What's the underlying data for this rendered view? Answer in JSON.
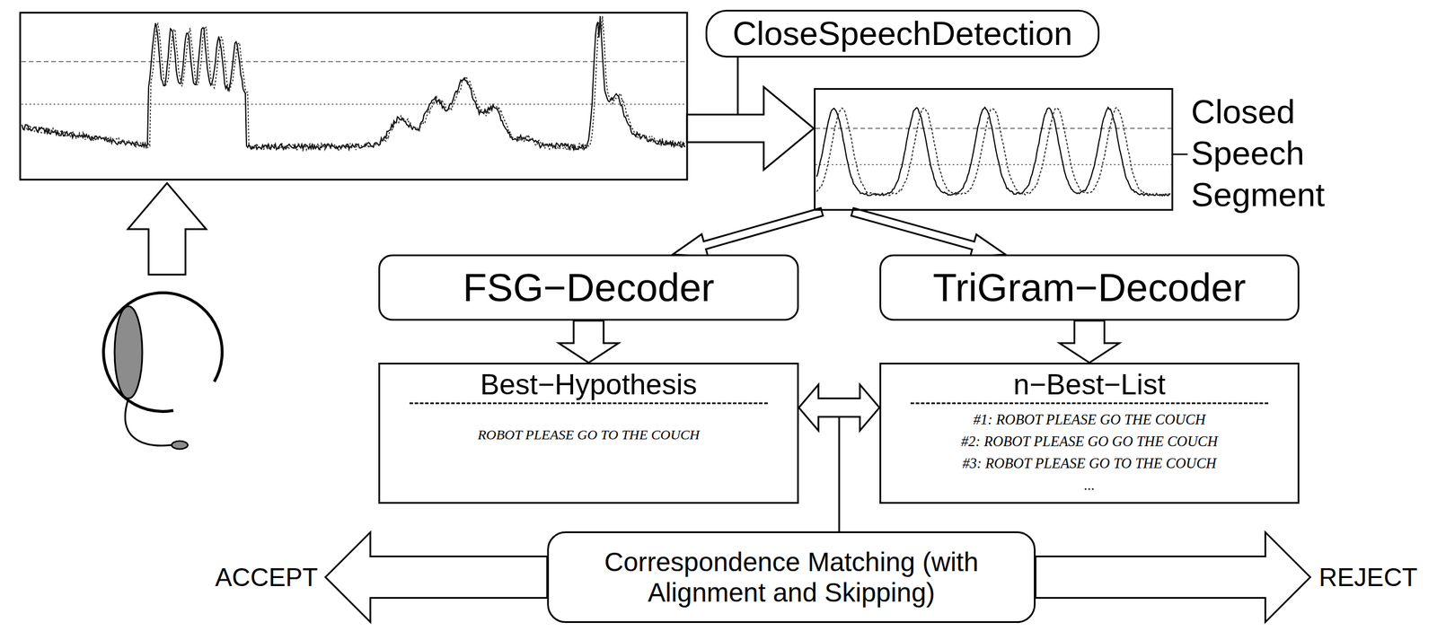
{
  "diagram": {
    "nodes": [
      {
        "text": [
          "CloseSpeechDetection"
        ]
      },
      {
        "text": [
          "Closed Speech Segment"
        ]
      },
      {
        "text": [
          "FSG−Decoder"
        ]
      },
      {
        "text": [
          "TriGram−Decoder"
        ]
      },
      {
        "text": [
          "Best−Hypothesis",
          "ROBOT PLEASE GO TO THE COUCH"
        ]
      },
      {
        "text": [
          "n−Best−List",
          "#1: ROBOT PLEASE GO THE COUCH",
          "#2: ROBOT PLEASE GO GO THE COUCH",
          "#3: ROBOT PLEASE GO TO THE COUCH",
          "..."
        ]
      },
      {
        "text": [
          "Correspondence Matching (with Alignment and Skipping)"
        ]
      }
    ],
    "edges": [
      {
        "from": 0,
        "to": 1,
        "arrow": "to"
      },
      {
        "from": 1,
        "to": 2,
        "arrow": "to"
      },
      {
        "from": 1,
        "to": 3,
        "arrow": "to"
      },
      {
        "from": 2,
        "to": 4,
        "arrow": "to"
      },
      {
        "from": 3,
        "to": 5,
        "arrow": "to"
      },
      {
        "from": 4,
        "to": 5,
        "arrow": "both"
      }
    ],
    "labels": [
      "ACCEPT",
      "REJECT"
    ]
  }
}
